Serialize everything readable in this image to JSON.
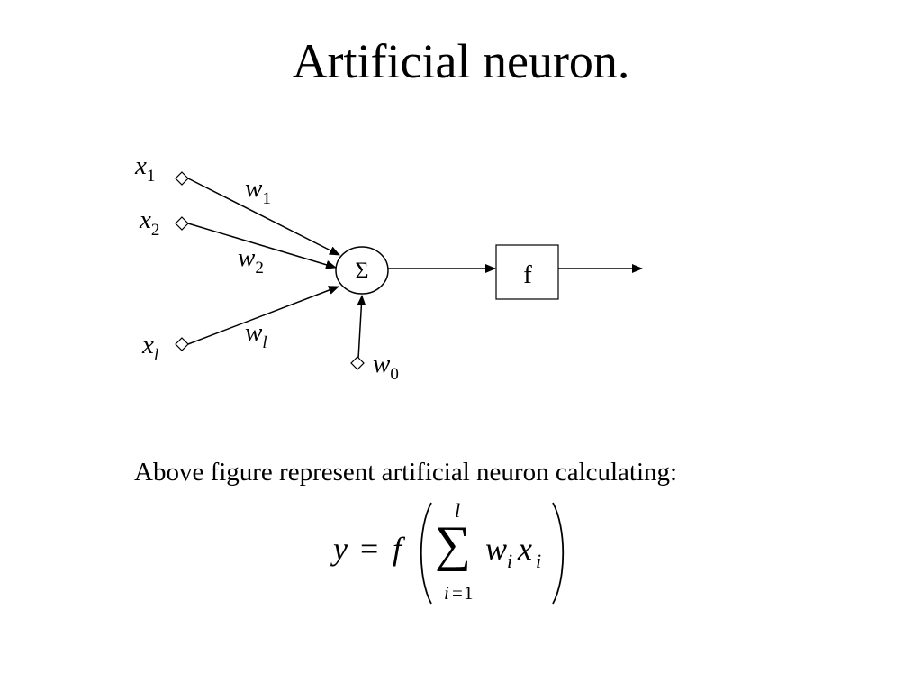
{
  "title": "Artificial neuron.",
  "diagram": {
    "inputs": [
      {
        "var": "x",
        "sub": "1",
        "weight_var": "w",
        "weight_sub": "1"
      },
      {
        "var": "x",
        "sub": "2",
        "weight_var": "w",
        "weight_sub": "2"
      },
      {
        "var": "x",
        "sub": "l",
        "weight_var": "w",
        "weight_sub": "l"
      }
    ],
    "bias": {
      "var": "w",
      "sub": "0"
    },
    "sum_symbol": "Σ",
    "activation_label": "f"
  },
  "caption": "Above figure represent artificial neuron calculating:",
  "formula": {
    "lhs": "y",
    "equals": "=",
    "func": "f",
    "sum_symbol": "∑",
    "upper_limit": "l",
    "lower_index": "i",
    "lower_equals": "=",
    "lower_value": "1",
    "w": "w",
    "w_sub": "i",
    "x": "x",
    "x_sub": "i"
  }
}
